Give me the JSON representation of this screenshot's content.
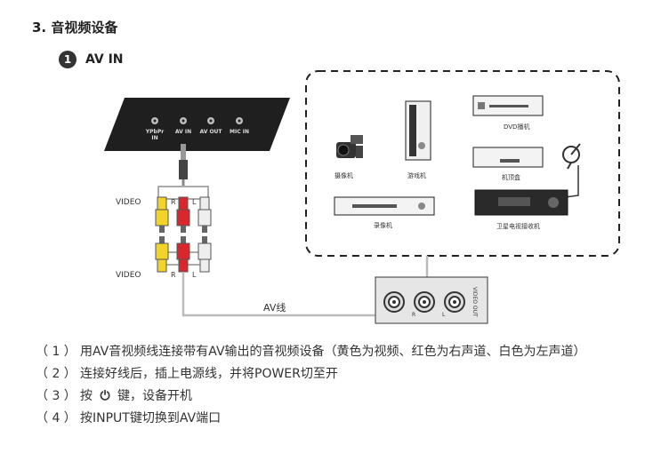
{
  "section": {
    "number": "3.",
    "title": "音视频设备"
  },
  "subsection": {
    "badge": "1",
    "title": "AV IN"
  },
  "panel": {
    "ports": [
      "YPbPr\nIN",
      "AV IN",
      "AV OUT",
      "MIC IN"
    ]
  },
  "cable": {
    "video_label_top": "VIDEO",
    "video_label_bottom": "VIDEO",
    "r": "R",
    "l": "L",
    "av_line_label": "AV线"
  },
  "devices": {
    "camera": "摄像机",
    "game": "游戏机",
    "dvd": "DVD播机",
    "stb": "机顶盒",
    "vcr": "录像机",
    "sat": "卫星电视接收机"
  },
  "output_box": {
    "label": "VIDEO OUT",
    "r": "R",
    "l": "L"
  },
  "steps": [
    {
      "num": "（ 1 ）",
      "text": "用AV音视频线连接带有AV输出的音视频设备（黄色为视频、红色为右声道、白色为左声道）"
    },
    {
      "num": "（ 2 ）",
      "text": "连接好线后，插上电源线，并将POWER切至开"
    },
    {
      "num": "（ 3 ）",
      "text_pre": "按",
      "icon": "⏻",
      "text_post": "键，设备开机"
    },
    {
      "num": "（ 4 ）",
      "text": "按INPUT键切换到AV端口"
    }
  ],
  "colors": {
    "yellow": "#f1d32a",
    "red": "#d9282d",
    "white": "#e8e8e8",
    "panel": "#1e1e1e"
  }
}
